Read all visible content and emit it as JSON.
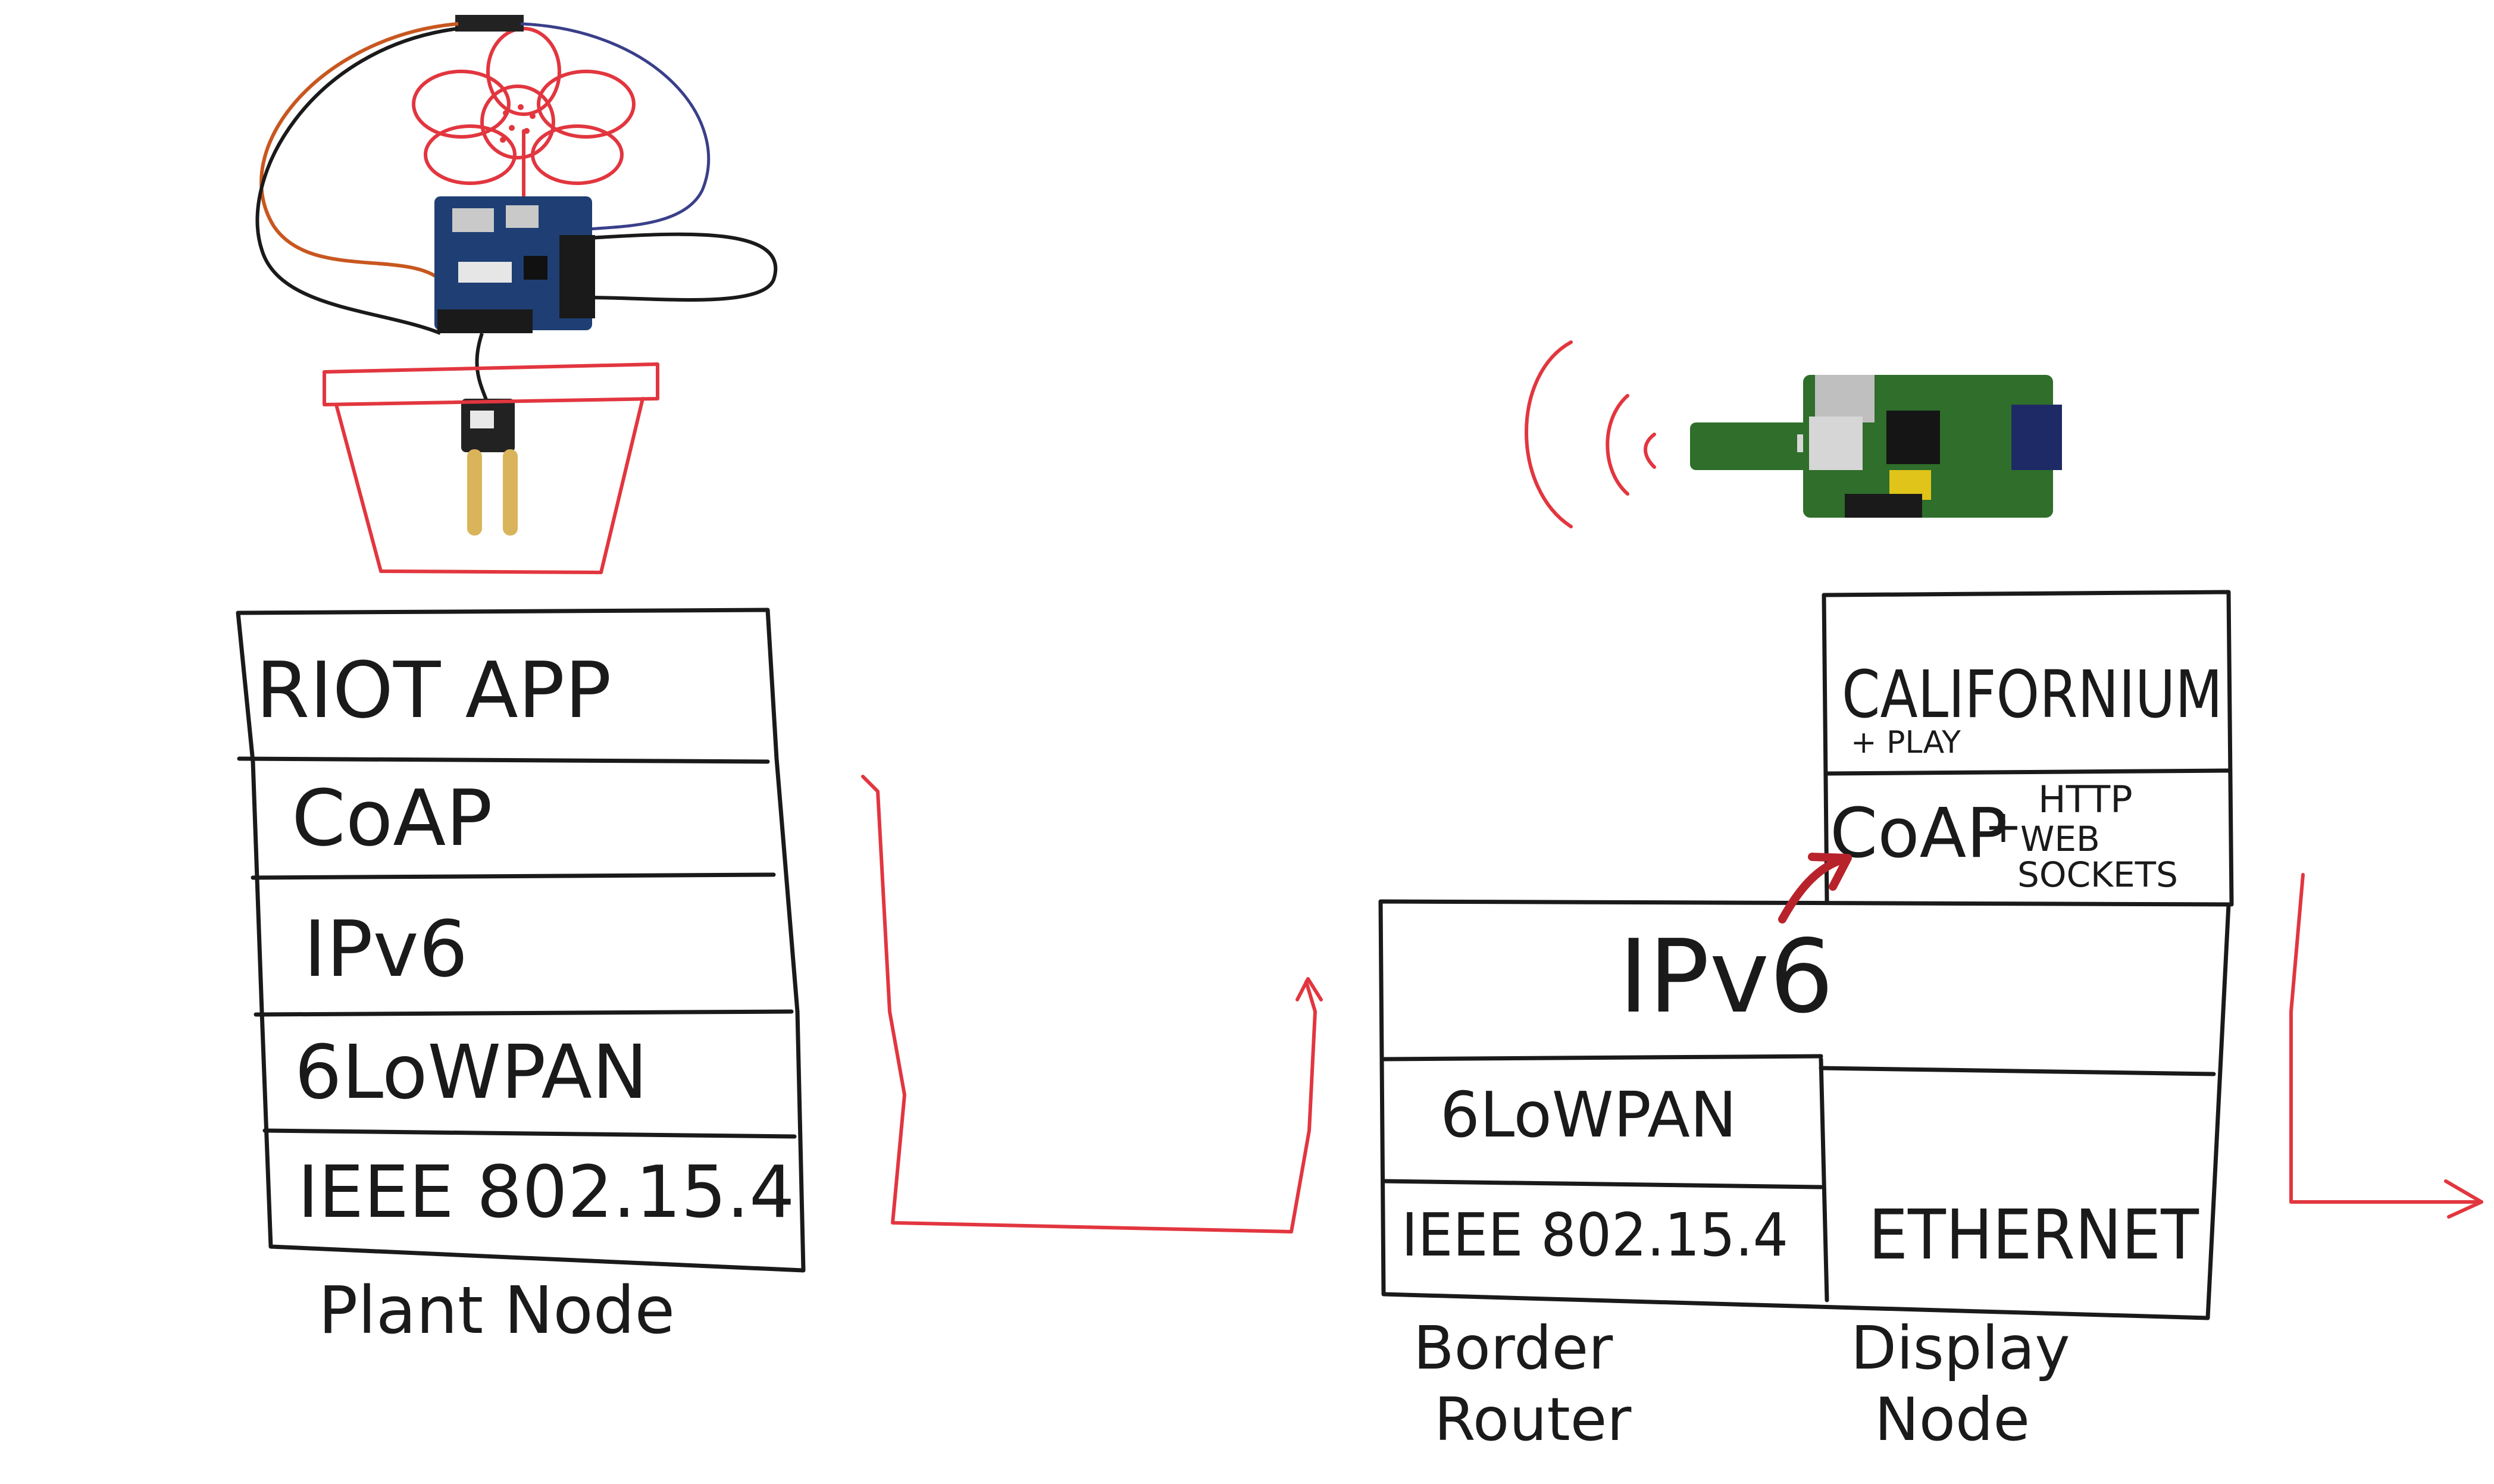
{
  "plant_node": {
    "layers": [
      "RIOT APP",
      "CoAP",
      "IPv6",
      "6LoWPAN",
      "IEEE 802.15.4"
    ],
    "label": "Plant Node"
  },
  "border_router": {
    "layers": [
      "6LoWPAN",
      "IEEE 802.15.4"
    ],
    "label_line1": "Border",
    "label_line2": "Router"
  },
  "shared": {
    "ipv6": "IPv6"
  },
  "display_node": {
    "californium": "CALIFORNIUM",
    "californium_sub": "+ PLAY",
    "coap": "CoAP",
    "plus": "+",
    "http_line1": "HTTP",
    "http_line2": "WEB",
    "http_line3": "SOCKETS",
    "ethernet": "ETHERNET",
    "label_line1": "Display",
    "label_line2": "Node"
  },
  "colors": {
    "ink": "#1a1a1a",
    "marker_red": "#e2363f",
    "arrow_dark_red": "#b8232b",
    "board_blue": "#1f3f74",
    "pcb_green": "#2f6e2b"
  },
  "icons": [
    "flower-drawing",
    "flower-pot-drawing",
    "microcontroller-board",
    "soil-moisture-sensor",
    "wireless-signal-icon",
    "raspberry-pi-board",
    "usb-radio-dongle"
  ]
}
